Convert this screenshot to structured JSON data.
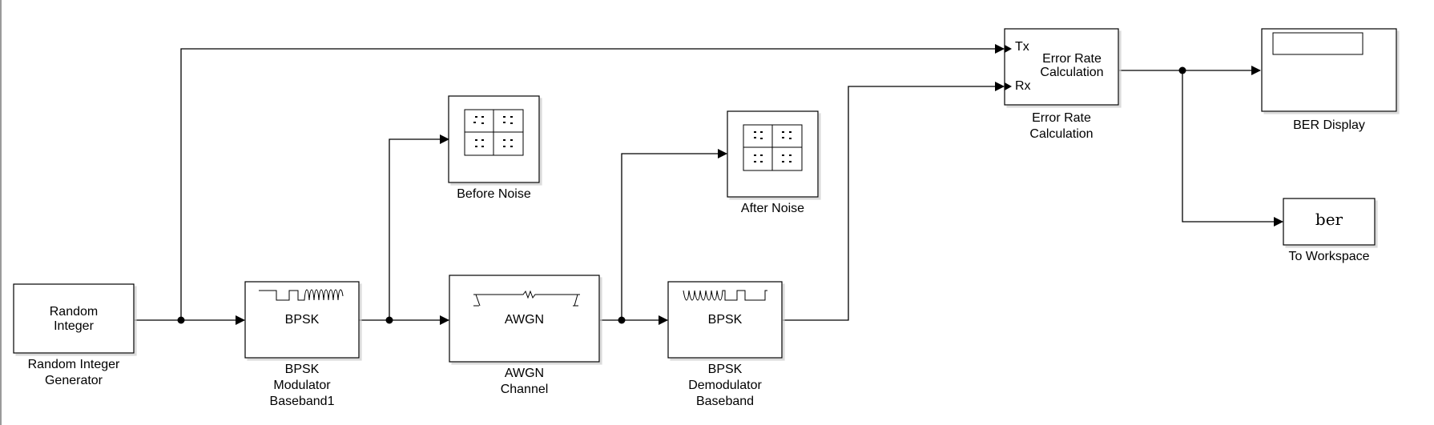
{
  "blocks": {
    "random_integer": {
      "text_line1": "Random",
      "text_line2": "Integer",
      "label_line1": "Random Integer",
      "label_line2": "Generator"
    },
    "bpsk_mod": {
      "text": "BPSK",
      "label_line1": "BPSK",
      "label_line2": "Modulator",
      "label_line3": "Baseband1"
    },
    "before_noise": {
      "label": "Before Noise"
    },
    "awgn": {
      "text": "AWGN",
      "label_line1": "AWGN",
      "label_line2": "Channel"
    },
    "after_noise": {
      "label": "After Noise"
    },
    "bpsk_demod": {
      "text": "BPSK",
      "label_line1": "BPSK",
      "label_line2": "Demodulator",
      "label_line3": "Baseband"
    },
    "error_rate": {
      "port_tx": "Tx",
      "port_rx": "Rx",
      "text_line1": "Error Rate",
      "text_line2": "Calculation",
      "label_line1": "Error Rate",
      "label_line2": "Calculation"
    },
    "ber_display": {
      "label": "BER Display"
    },
    "to_workspace": {
      "text": "ber",
      "label": "To Workspace"
    }
  }
}
